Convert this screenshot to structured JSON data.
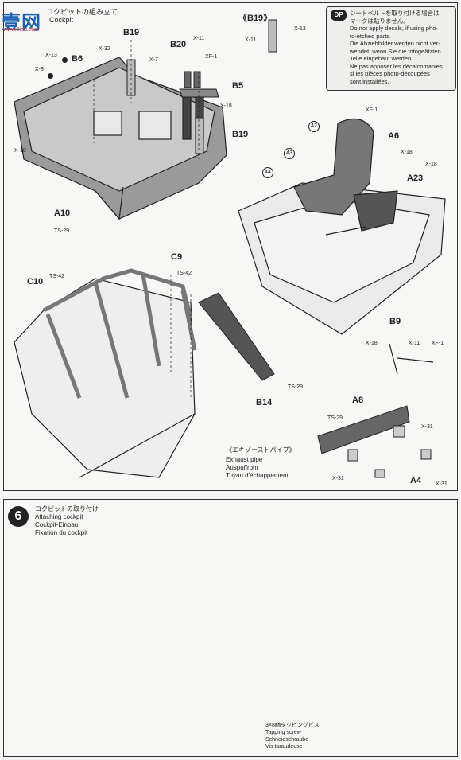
{
  "watermark": {
    "text": "壹网",
    "sub": "www.6inu.com"
  },
  "step5": {
    "title_jp": "コクピットの組み立て",
    "title_en": "Cockpit",
    "subassembly_b19": "《B19》",
    "dp_badge": "DP",
    "dp_note": "シートベルトを取り付ける場合は\nマークは貼りません。\nDo not apply decals, if using pho-\nto-etched parts.\nDie Abziehbilder werden nicht ver-\nwendet, wenn Sie die fotogeätzten\nTeile eingebaut werden.\nNe pas apposer les décalcomanies\nsi les pièces photo-découpées\nsont installées.",
    "parts": {
      "b19": "B19",
      "b20": "B20",
      "b6": "B6",
      "b5": "B5",
      "b19b": "B19",
      "a10": "A10",
      "a6": "A6",
      "a23": "A23",
      "c9": "C9",
      "c10": "C10",
      "b14": "B14",
      "b9": "B9",
      "a8": "A8",
      "a4": "A4"
    },
    "screws": {
      "x13a": "X-13",
      "x11a": "X-11",
      "x32": "X-32",
      "x13b": "X-13",
      "x11b": "X-11",
      "x7": "X-7",
      "xf1a": "XF-1",
      "x8": "X-8",
      "x18a": "X-18",
      "x18b": "X-18",
      "ts29a": "TS-29",
      "xf1b": "XF-1",
      "x18c": "X-18",
      "x18d": "X-18",
      "ts42a": "TS-42",
      "ts42b": "TS-42",
      "ts29b": "TS-29",
      "x18e": "X-18",
      "x11c": "X-11",
      "xf1c": "XF-1",
      "ts29c": "TS-29",
      "x31a": "X-31",
      "x31b": "X-31",
      "x31c": "X-31"
    },
    "markers": {
      "m42": "42",
      "m43": "43",
      "m44": "44"
    },
    "exhaust": {
      "jp": "《エキゾーストパイプ》",
      "en": "Exhaust pipe",
      "de": "Auspuffrohr",
      "fr": "Tuyau d'échappement"
    }
  },
  "step6": {
    "number": "6",
    "title_jp": "コクピットの取り付け",
    "title_en": "Attaching cockpit",
    "title_de": "Cockpit-Einbau",
    "title_fr": "Fixation du cockpit",
    "screw_jp": "3×8㎜タッピングビス",
    "screw_en": "Tapping screw",
    "screw_de": "Schneidschraube",
    "screw_fr": "Vis taraudeuse"
  },
  "colors": {
    "ink": "#222222",
    "gray_part": "#555555",
    "paper": "#f4f4f2",
    "logo_blue": "#1b63b6"
  }
}
